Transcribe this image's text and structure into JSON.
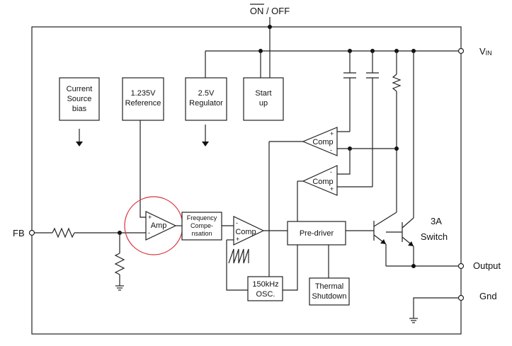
{
  "pins": {
    "enable": "ON / OFF",
    "enable_overbar": "ON",
    "vin": "V",
    "vin_sub": "IN",
    "fb": "FB",
    "output": "Output",
    "gnd": "Gnd"
  },
  "blocks": {
    "current_source": [
      "Current",
      "Source",
      "bias"
    ],
    "reference": [
      "1.235V",
      "Reference"
    ],
    "regulator": [
      "2.5V",
      "Regulator"
    ],
    "start_up": [
      "Start",
      "up"
    ],
    "freq_comp": [
      "Frequency",
      "Compe-",
      "nsation"
    ],
    "pre_driver": "Pre-driver",
    "oscillator": [
      "150kHz",
      "OSC."
    ],
    "thermal": [
      "Thermal",
      "Shutdown"
    ]
  },
  "amplifiers": {
    "error_amp": "Amp",
    "comp_main": "Comp",
    "comp_upper": "Comp",
    "comp_lower": "Comp"
  },
  "switch_label": [
    "3A",
    "Switch"
  ],
  "highlight_color": "#d9333f"
}
